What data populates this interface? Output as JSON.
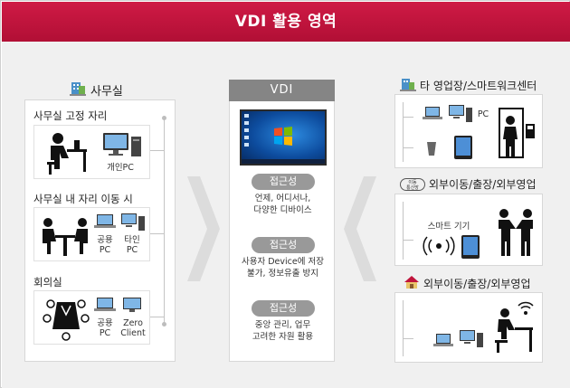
{
  "banner": {
    "title": "VDI 활용 영역"
  },
  "left": {
    "title": "사무실",
    "sections": [
      {
        "label": "사무실 고정 자리",
        "pc_label": "개인PC"
      },
      {
        "label": "사무실 내 자리 이동 시",
        "public_pc": "공용\nPC",
        "other_pc": "타인\nPC"
      },
      {
        "label": "회의실",
        "public_pc": "공용\nPC",
        "zero_client": "Zero\nClient"
      }
    ]
  },
  "center": {
    "header": "VDI",
    "items": [
      {
        "badge": "접근성",
        "desc": "언제, 어디서나,\n다양한 디바이스"
      },
      {
        "badge": "접근성",
        "desc": "사용자 Device에 저장\n불가, 정보유출 방지"
      },
      {
        "badge": "접근성",
        "desc": "중앙 관리, 업무\n고려한 자원 활용"
      }
    ]
  },
  "right": {
    "groups": [
      {
        "title": "타 영업장/스마트워크센터",
        "pc_label": "PC"
      },
      {
        "title": "외부이동/출장/외부영업",
        "tag": "이동\n통신망",
        "device_label": "스마트 기기"
      },
      {
        "title": "외부이동/출장/외부영업"
      }
    ]
  },
  "colors": {
    "brand": "#c0143c",
    "panel_bg": "#f0f0f0",
    "badge": "#999999",
    "vdi_header": "#858585"
  }
}
